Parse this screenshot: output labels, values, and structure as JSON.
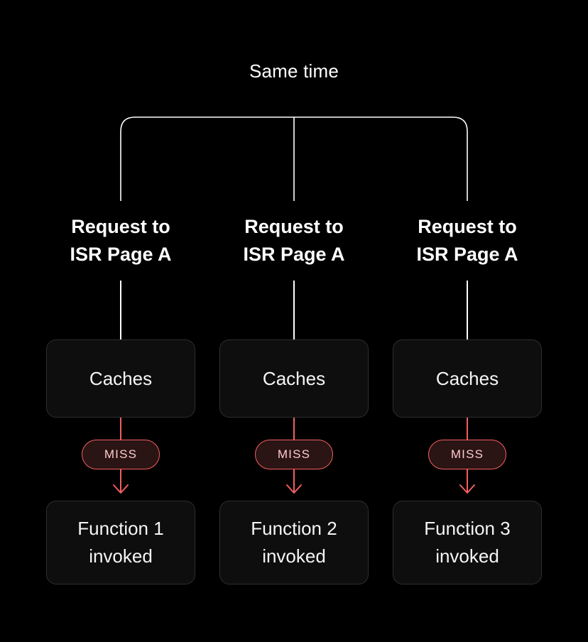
{
  "title": "Same time",
  "colors": {
    "background": "#000000",
    "box_background": "#0e0e0e",
    "box_border": "#2e2e2e",
    "line_white": "#ffffff",
    "accent_red": "#f25f5f",
    "badge_background": "#2a1414",
    "badge_text": "#fecaca",
    "text": "#ffffff"
  },
  "columns": [
    {
      "request": {
        "line1": "Request to",
        "line2": "ISR Page A"
      },
      "cache_label": "Caches",
      "badge_label": "MISS",
      "function": {
        "line1": "Function 1",
        "line2": "invoked"
      }
    },
    {
      "request": {
        "line1": "Request to",
        "line2": "ISR Page A"
      },
      "cache_label": "Caches",
      "badge_label": "MISS",
      "function": {
        "line1": "Function 2",
        "line2": "invoked"
      }
    },
    {
      "request": {
        "line1": "Request to",
        "line2": "ISR Page A"
      },
      "cache_label": "Caches",
      "badge_label": "MISS",
      "function": {
        "line1": "Function 3",
        "line2": "invoked"
      }
    }
  ]
}
